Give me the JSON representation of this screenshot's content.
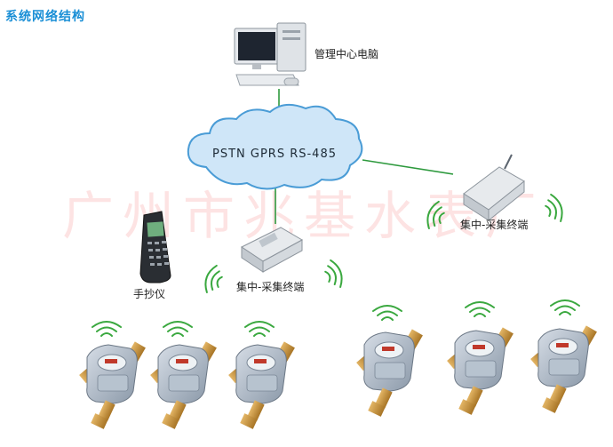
{
  "title": "系统网络结构",
  "watermark": "广州市兆基水表厂",
  "cloud_label": "PSTN GPRS RS-485",
  "nodes": {
    "computer": "管理中心电脑",
    "handheld": "手抄仪",
    "collector_left": "集中-采集终端",
    "collector_right": "集中-采集终端"
  },
  "colors": {
    "title": "#1a8fd6",
    "link": "#2e9a3e",
    "cloud_fill": "#cfe6f8",
    "cloud_stroke": "#4a9cd6",
    "wireless": "#3aa83f"
  }
}
